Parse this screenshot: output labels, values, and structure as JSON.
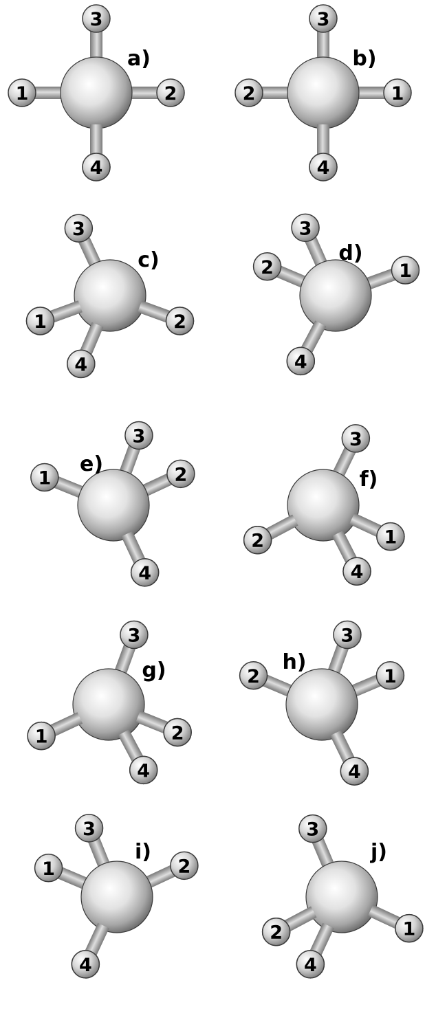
{
  "colors": {
    "background": "#ffffff",
    "sphere_highlight": "#ffffff",
    "sphere_mid": "#d9d9d9",
    "sphere_shadow": "#6e6e6e",
    "bond_light": "#dedede",
    "bond_dark": "#7a7a7a",
    "outline": "#3a3a3a",
    "text": "#000000"
  },
  "molecules": [
    {
      "tag": "a)",
      "ligands": [
        {
          "label": "1",
          "angle": 180,
          "length": 1.0
        },
        {
          "label": "2",
          "angle": 0,
          "length": 1.0
        },
        {
          "label": "3",
          "angle": 90,
          "length": 1.0
        },
        {
          "label": "4",
          "angle": 270,
          "length": 1.0
        }
      ]
    },
    {
      "tag": "b)",
      "ligands": [
        {
          "label": "2",
          "angle": 180,
          "length": 1.0
        },
        {
          "label": "1",
          "angle": 0,
          "length": 1.0
        },
        {
          "label": "3",
          "angle": 90,
          "length": 1.0
        },
        {
          "label": "4",
          "angle": 270,
          "length": 1.0
        }
      ]
    },
    {
      "tag": "c)",
      "ligands": [
        {
          "label": "1",
          "angle": 200,
          "length": 1.0
        },
        {
          "label": "2",
          "angle": 340,
          "length": 1.0
        },
        {
          "label": "3",
          "angle": 115,
          "length": 1.0
        },
        {
          "label": "4",
          "angle": 247,
          "length": 1.0
        }
      ]
    },
    {
      "tag": "d)",
      "ligands": [
        {
          "label": "2",
          "angle": 157,
          "length": 1.0
        },
        {
          "label": "1",
          "angle": 20,
          "length": 1.0
        },
        {
          "label": "3",
          "angle": 114,
          "length": 1.0
        },
        {
          "label": "4",
          "angle": 242,
          "length": 1.0
        }
      ]
    },
    {
      "tag": "e)",
      "ligands": [
        {
          "label": "1",
          "angle": 158,
          "length": 1.0
        },
        {
          "label": "2",
          "angle": 25,
          "length": 1.0
        },
        {
          "label": "3",
          "angle": 70,
          "length": 1.0
        },
        {
          "label": "4",
          "angle": 295,
          "length": 1.0
        }
      ]
    },
    {
      "tag": "f)",
      "ligands": [
        {
          "label": "2",
          "angle": 208,
          "length": 1.0
        },
        {
          "label": "1",
          "angle": 335,
          "length": 1.0
        },
        {
          "label": "3",
          "angle": 64,
          "length": 1.0
        },
        {
          "label": "4",
          "angle": 297,
          "length": 1.0
        }
      ]
    },
    {
      "tag": "g)",
      "ligands": [
        {
          "label": "1",
          "angle": 205,
          "length": 1.0
        },
        {
          "label": "2",
          "angle": 338,
          "length": 1.0
        },
        {
          "label": "3",
          "angle": 70,
          "length": 1.0
        },
        {
          "label": "4",
          "angle": 298,
          "length": 1.0
        }
      ]
    },
    {
      "tag": "h)",
      "ligands": [
        {
          "label": "2",
          "angle": 157,
          "length": 1.0
        },
        {
          "label": "1",
          "angle": 23,
          "length": 1.0
        },
        {
          "label": "3",
          "angle": 70,
          "length": 1.0
        },
        {
          "label": "4",
          "angle": 296,
          "length": 1.0
        }
      ]
    },
    {
      "tag": "i)",
      "ligands": [
        {
          "label": "1",
          "angle": 157,
          "length": 1.0
        },
        {
          "label": "2",
          "angle": 25,
          "length": 1.0
        },
        {
          "label": "3",
          "angle": 112,
          "length": 1.0
        },
        {
          "label": "4",
          "angle": 245,
          "length": 1.0
        }
      ]
    },
    {
      "tag": "j)",
      "ligands": [
        {
          "label": "2",
          "angle": 208,
          "length": 1.0
        },
        {
          "label": "1",
          "angle": 335,
          "length": 1.0
        },
        {
          "label": "3",
          "angle": 113,
          "length": 1.0
        },
        {
          "label": "4",
          "angle": 245,
          "length": 1.0
        }
      ]
    }
  ]
}
